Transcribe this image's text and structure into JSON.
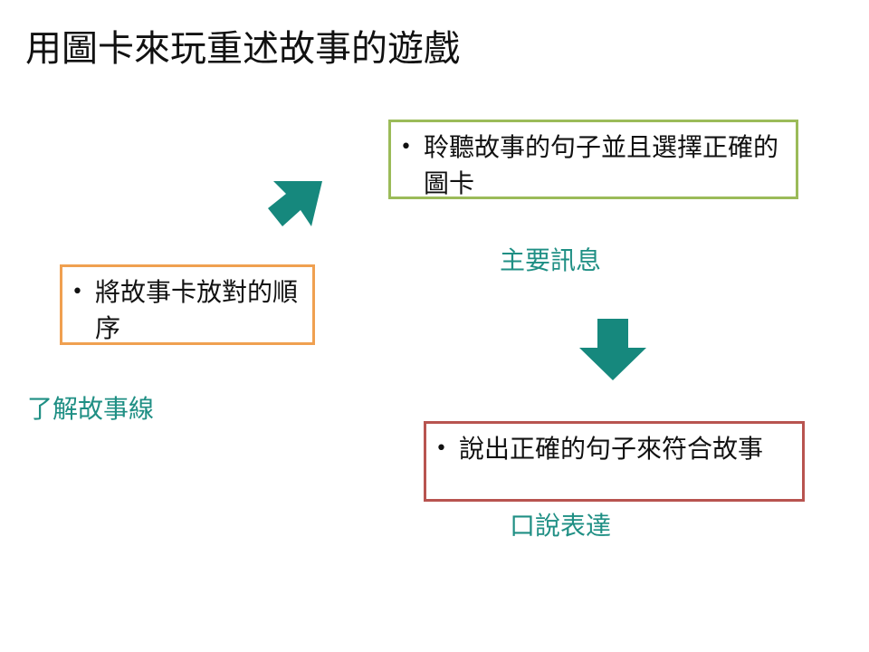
{
  "slide": {
    "title": "用圖卡來玩重述故事的遊戲"
  },
  "boxes": {
    "sequence": {
      "bullet": "•",
      "text": "將故事卡放對的順序"
    },
    "listen": {
      "bullet": "•",
      "text": "聆聽故事的句子並且選擇正確的圖卡"
    },
    "speak": {
      "bullet": "•",
      "text": "說出正確的句子來符合故事"
    }
  },
  "captions": {
    "storyline": "了解故事線",
    "main_message": "主要訊息",
    "oral_expression": "口說表達"
  },
  "colors": {
    "arrow": "#16887d",
    "caption": "#1f8f84",
    "box_sequence_border": "#f0a050",
    "box_listen_border": "#9bbb59",
    "box_speak_border": "#b85450"
  },
  "icons": {
    "arrow_1": "arrow-up-right-icon",
    "arrow_2": "arrow-down-icon"
  }
}
